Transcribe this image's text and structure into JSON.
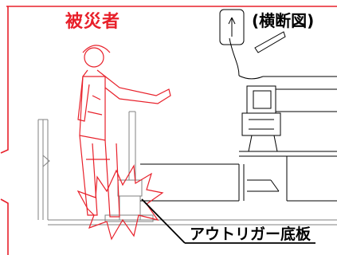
{
  "labels": {
    "victim": "被災者",
    "section_view": "(横断図)",
    "outrigger_base": "アウトリガー底板"
  },
  "colors": {
    "accent_red": "#e8202a",
    "line_black": "#000000",
    "line_gray": "#808080"
  }
}
